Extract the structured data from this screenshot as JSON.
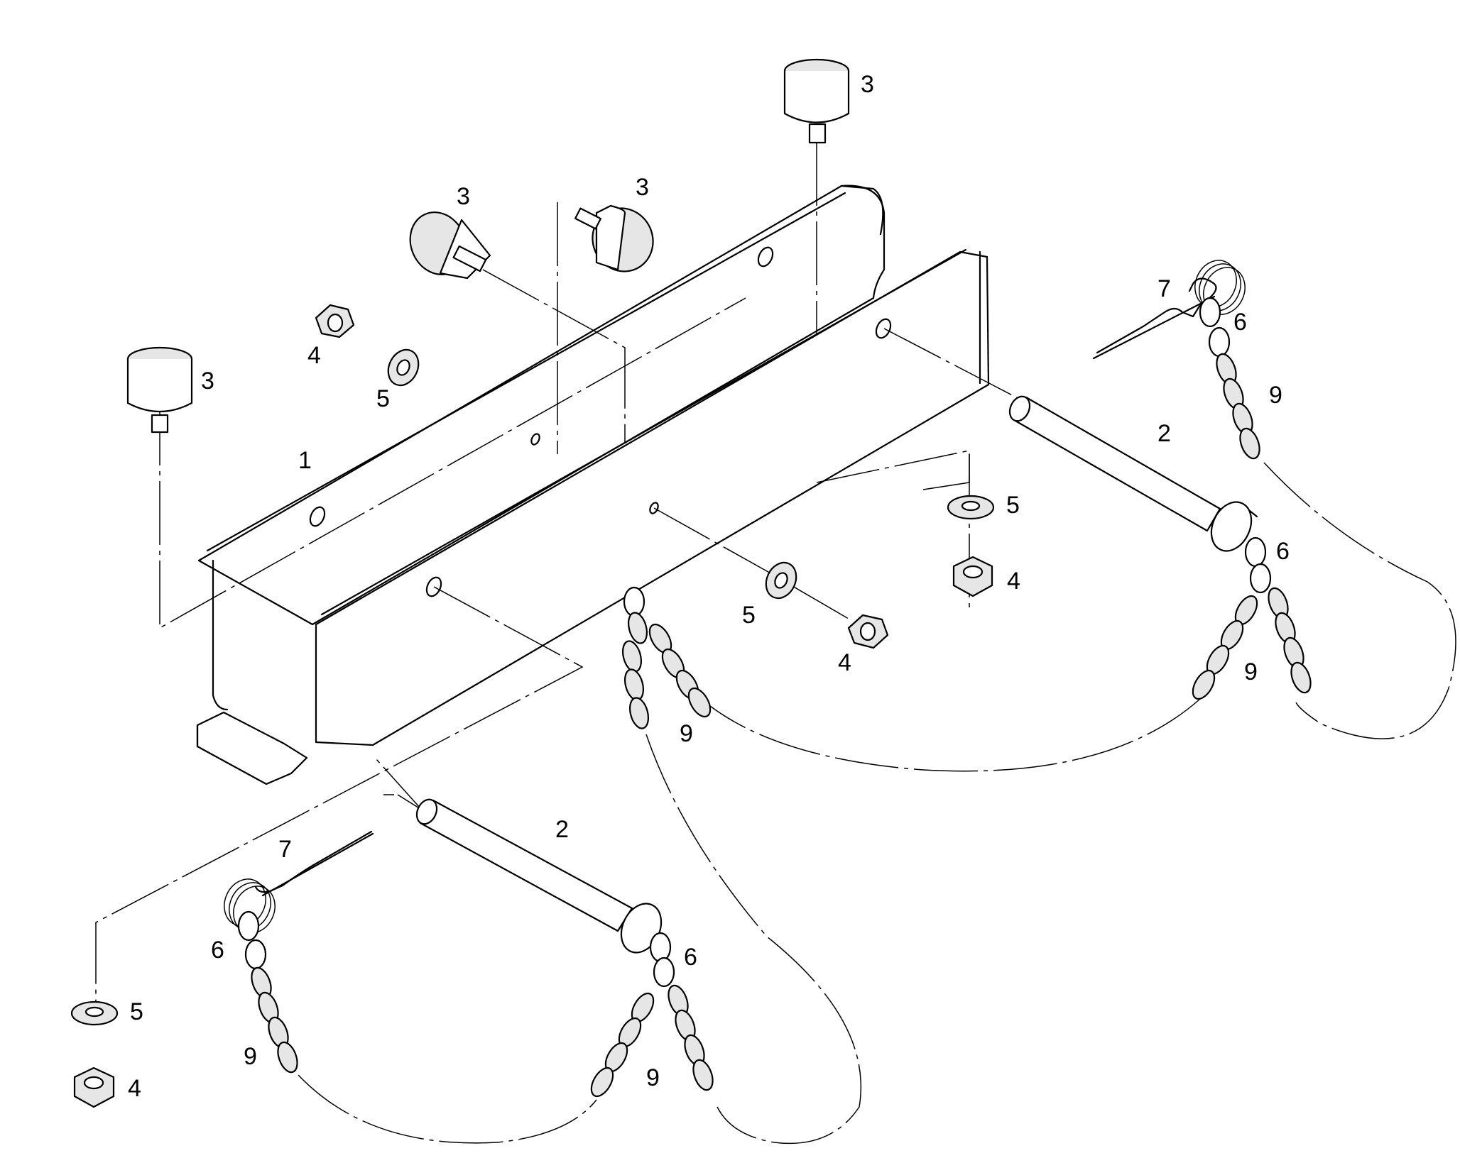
{
  "callouts": [
    {
      "id": "c1",
      "text": "1"
    },
    {
      "id": "c2a",
      "text": "2"
    },
    {
      "id": "c2b",
      "text": "2"
    },
    {
      "id": "c3a",
      "text": "3"
    },
    {
      "id": "c3b",
      "text": "3"
    },
    {
      "id": "c3c",
      "text": "3"
    },
    {
      "id": "c3d",
      "text": "3"
    },
    {
      "id": "c4a",
      "text": "4"
    },
    {
      "id": "c4b",
      "text": "4"
    },
    {
      "id": "c4c",
      "text": "4"
    },
    {
      "id": "c4d",
      "text": "4"
    },
    {
      "id": "c5a",
      "text": "5"
    },
    {
      "id": "c5b",
      "text": "5"
    },
    {
      "id": "c5c",
      "text": "5"
    },
    {
      "id": "c5d",
      "text": "5"
    },
    {
      "id": "c6a",
      "text": "6"
    },
    {
      "id": "c6b",
      "text": "6"
    },
    {
      "id": "c6c",
      "text": "6"
    },
    {
      "id": "c6d",
      "text": "6"
    },
    {
      "id": "c7a",
      "text": "7"
    },
    {
      "id": "c7b",
      "text": "7"
    },
    {
      "id": "c9a",
      "text": "9"
    },
    {
      "id": "c9b",
      "text": "9"
    },
    {
      "id": "c9c",
      "text": "9"
    },
    {
      "id": "c9d",
      "text": "9"
    },
    {
      "id": "c9e",
      "text": "9"
    }
  ]
}
